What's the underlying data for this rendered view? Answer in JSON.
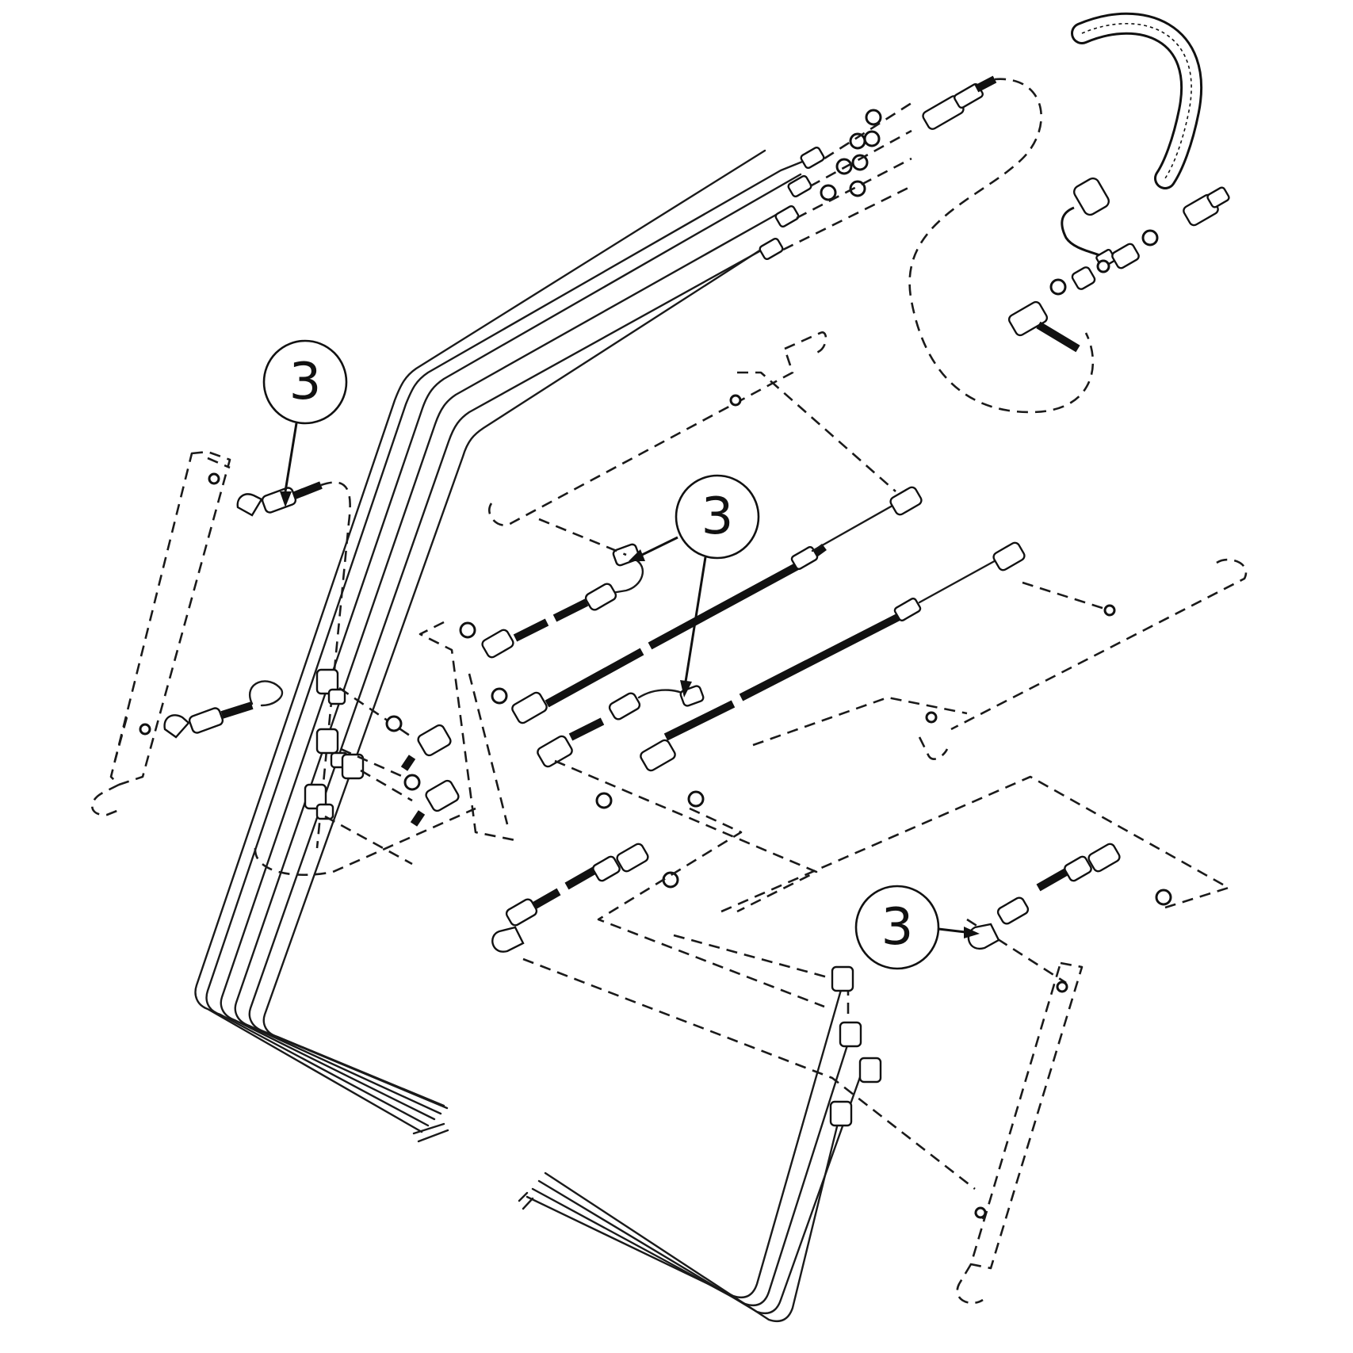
{
  "diagram": {
    "type": "hydraulic hose and tube exploded parts diagram",
    "callouts": [
      {
        "label": "3"
      },
      {
        "label": "3"
      },
      {
        "label": "3"
      }
    ]
  }
}
